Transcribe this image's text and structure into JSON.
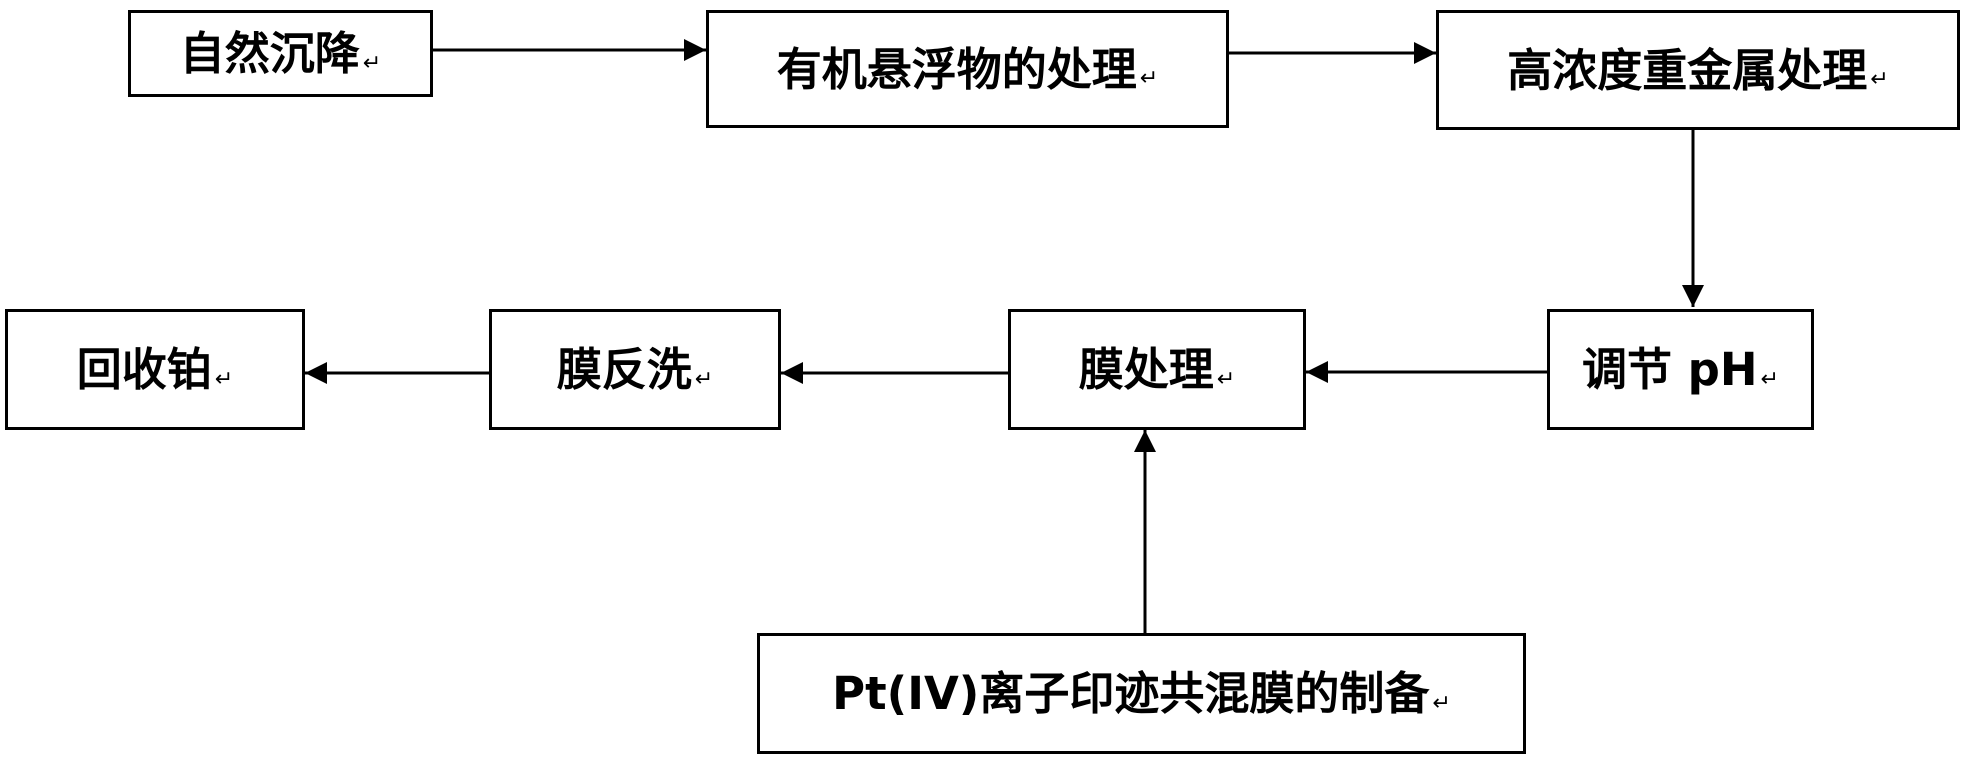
{
  "diagram": {
    "nodes": [
      {
        "id": "natural-sedimentation",
        "label": "自然沉降"
      },
      {
        "id": "organic-suspended-treatment",
        "label": "有机悬浮物的处理"
      },
      {
        "id": "heavy-metal-treatment",
        "label": "高浓度重金属处理"
      },
      {
        "id": "adjust-ph",
        "label": "调节 pH"
      },
      {
        "id": "membrane-treatment",
        "label": "膜处理"
      },
      {
        "id": "membrane-backwash",
        "label": "膜反洗"
      },
      {
        "id": "recover-platinum",
        "label": "回收铂"
      },
      {
        "id": "imprinted-membrane-prep",
        "label": "Pt(IV)离子印迹共混膜的制备"
      }
    ],
    "edges": [
      {
        "from": "natural-sedimentation",
        "to": "organic-suspended-treatment"
      },
      {
        "from": "organic-suspended-treatment",
        "to": "heavy-metal-treatment"
      },
      {
        "from": "heavy-metal-treatment",
        "to": "adjust-ph"
      },
      {
        "from": "adjust-ph",
        "to": "membrane-treatment"
      },
      {
        "from": "membrane-treatment",
        "to": "membrane-backwash"
      },
      {
        "from": "membrane-backwash",
        "to": "recover-platinum"
      },
      {
        "from": "imprinted-membrane-prep",
        "to": "membrane-treatment"
      }
    ],
    "return_mark": "↵"
  }
}
